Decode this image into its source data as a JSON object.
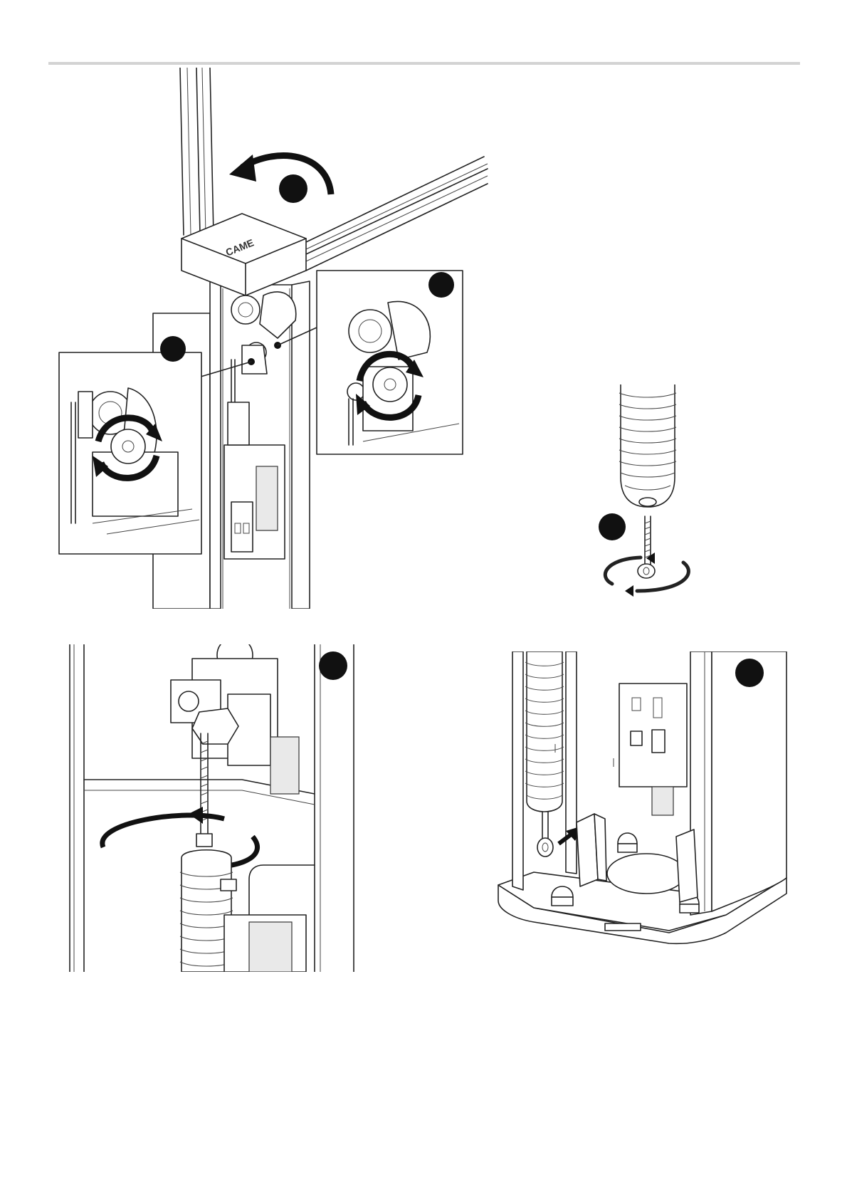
{
  "header": {
    "rule_color": "#d3d3d3"
  },
  "figures": [
    {
      "id": "fig-top-left",
      "icon": "barrier-release-screws-illustration",
      "step_markers": 3,
      "brand_text": "CAME"
    },
    {
      "id": "fig-top-right",
      "icon": "spring-eyebolt-illustration",
      "step_markers": 1
    },
    {
      "id": "fig-bottom-left",
      "icon": "spring-nut-adjustment-illustration",
      "step_markers": 1
    },
    {
      "id": "fig-bottom-right",
      "icon": "spring-hook-base-illustration",
      "step_markers": 1
    }
  ],
  "colors": {
    "ink": "#111111",
    "line": "#222222",
    "fill_light": "#e9e9e9"
  }
}
